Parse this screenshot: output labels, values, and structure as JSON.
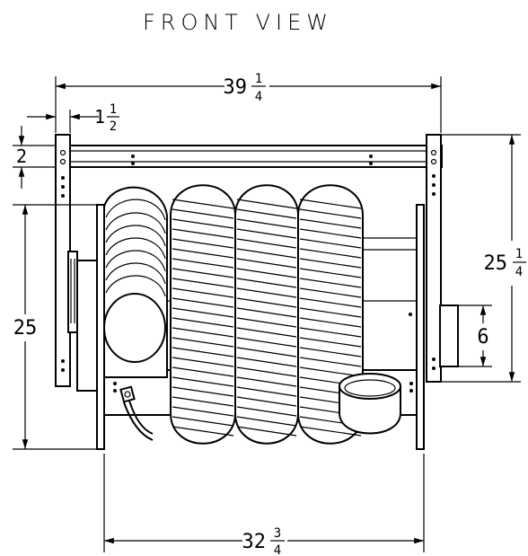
{
  "title": "FRONT VIEW",
  "dimensions": {
    "overall_width": {
      "whole": "39",
      "num": "1",
      "den": "4"
    },
    "flange": {
      "whole": "1",
      "num": "1",
      "den": "2"
    },
    "top_offset": {
      "whole": "2"
    },
    "height_left": {
      "whole": "25"
    },
    "height_right": {
      "whole": "25",
      "num": "1",
      "den": "4"
    },
    "port": {
      "whole": "6"
    },
    "base_width": {
      "whole": "32",
      "num": "3",
      "den": "4"
    }
  }
}
